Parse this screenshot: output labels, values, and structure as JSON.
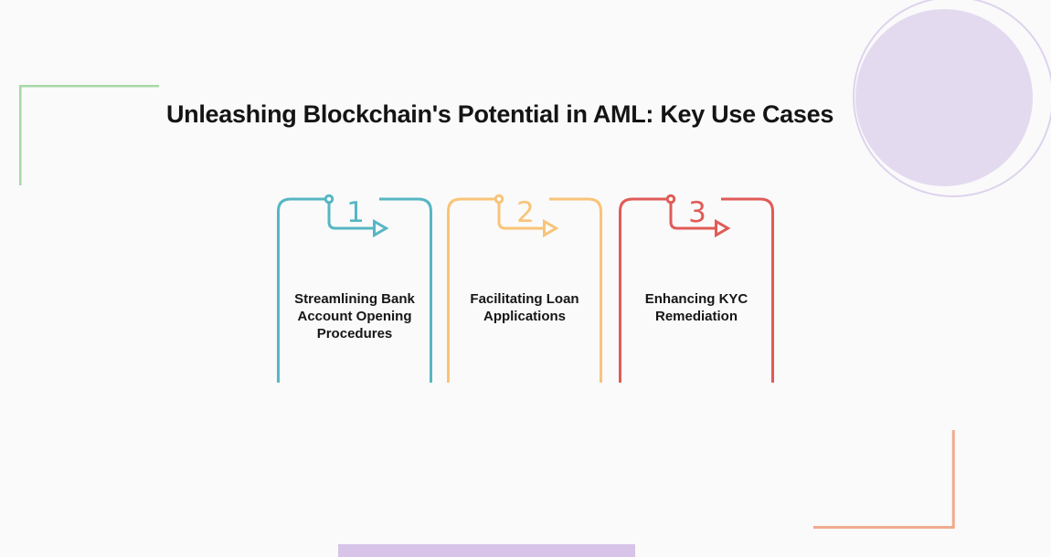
{
  "page": {
    "title": "Unleashing Blockchain's Potential in AML: Key Use Cases",
    "background_color": "#FAFAFA",
    "text_color": "#141414"
  },
  "cards": [
    {
      "number": "1",
      "label": "Streamlining Bank Account Opening Procedures",
      "color": "#55B7C3"
    },
    {
      "number": "2",
      "label": "Facilitating Loan Applications",
      "color": "#F8C478"
    },
    {
      "number": "3",
      "label": "Enhancing KYC Remediation",
      "color": "#E05B57"
    }
  ],
  "decorations": {
    "top_left_bracket_color": "#A5D9A6",
    "bottom_right_bracket_color": "#F0AA8E",
    "circle_fill_color": "#E4DAF0",
    "circle_outline_color": "#DED3ED",
    "bottom_bar_color": "#D7C4E8"
  }
}
